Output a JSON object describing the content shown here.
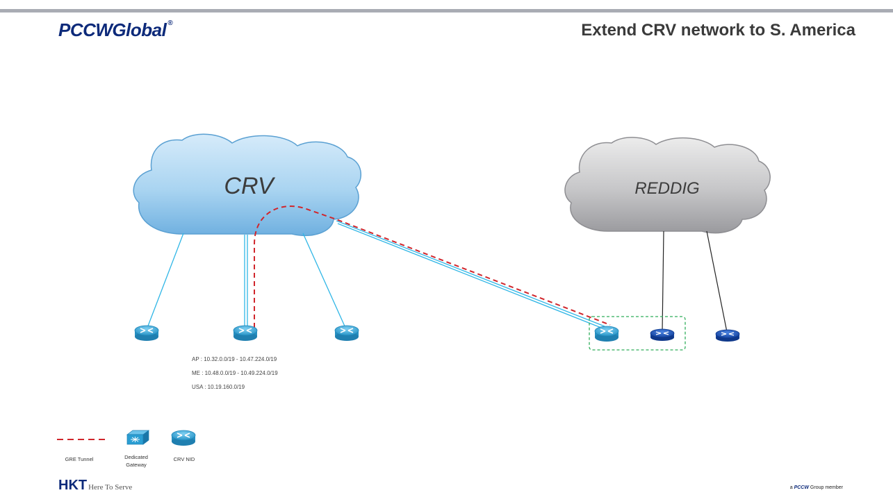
{
  "header": {
    "logo_text": "PCCWGlobal",
    "logo_mark": "®",
    "title": "Extend CRV network to S. America"
  },
  "clouds": {
    "crv_label": "CRV",
    "reddig_label": "REDDIG"
  },
  "subnets": [
    "AP : 10.32.0.0/19  - 10.47.224.0/19",
    "ME : 10.48.0.0/19  - 10.49.224.0/19",
    "USA : 10.19.160.0/19"
  ],
  "legend": {
    "gre_tunnel": "GRE Tunnel",
    "dedicated_gateway_line1": "Dedicated",
    "dedicated_gateway_line2": "Gateway",
    "crv_nid": "CRV NID"
  },
  "footer": {
    "hkt_brand": "HKT",
    "hkt_tagline": "Here To Serve",
    "member_prefix": "a",
    "member_brand": "PCCW",
    "member_suffix": "Group member"
  },
  "colors": {
    "crv_cloud": "#8ec5ec",
    "reddig_cloud": "#b7b7b9",
    "gre_tunnel": "#d0252b",
    "crv_link": "#2fb6e6",
    "reddig_link": "#222222",
    "crv_router": "#37a8d8",
    "reddig_router": "#1a52b8",
    "gateway_box": "#2fae5a"
  }
}
